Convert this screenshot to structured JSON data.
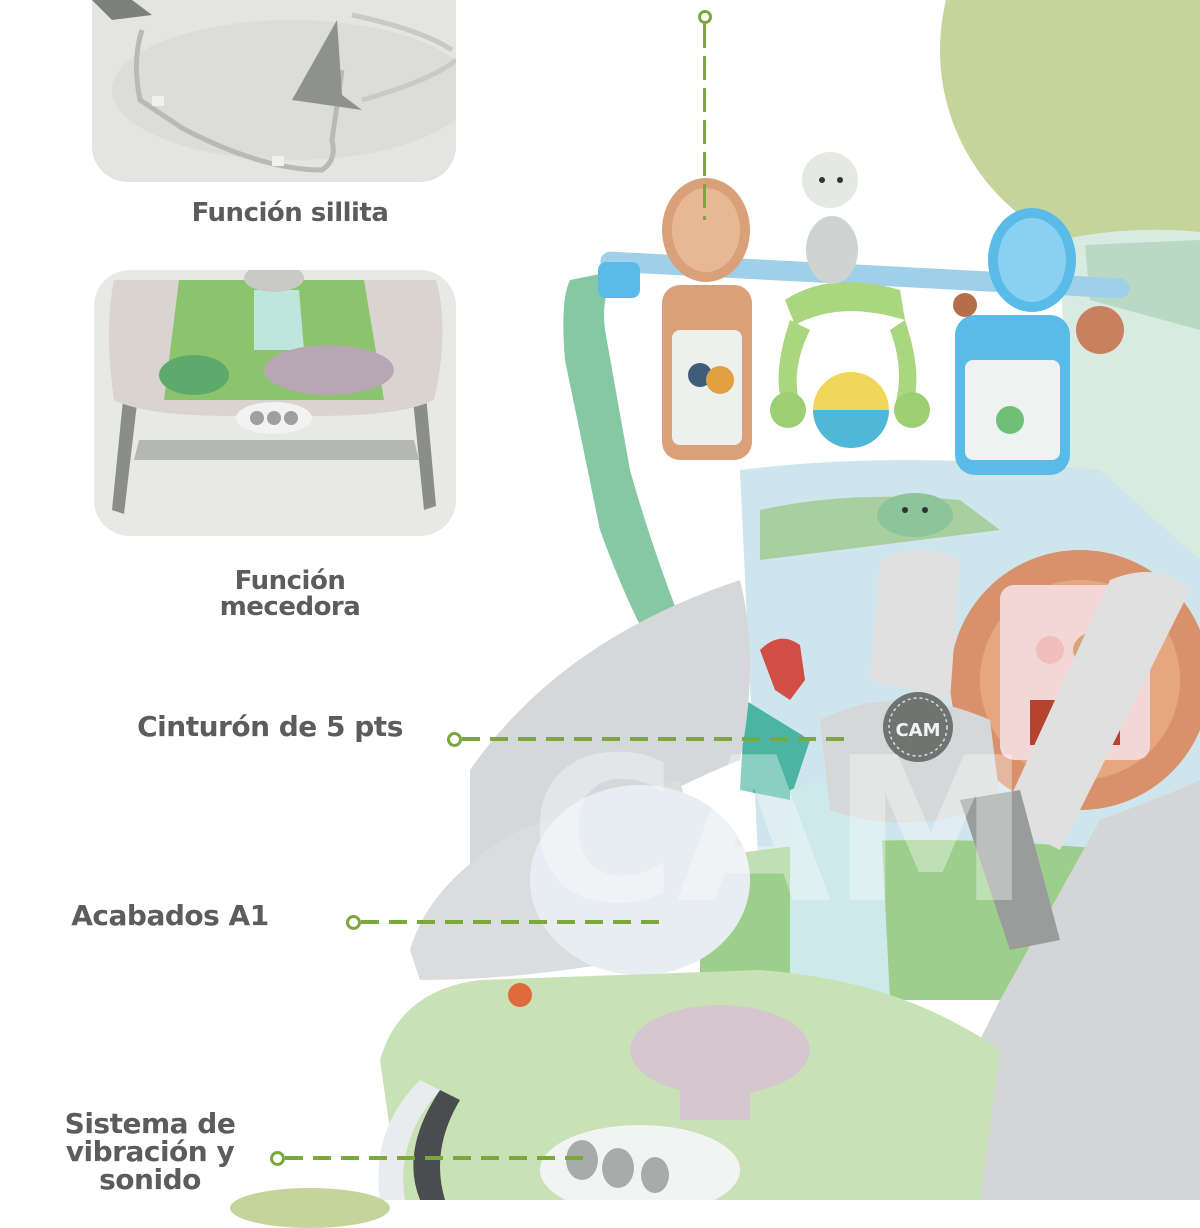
{
  "thumbnails": [
    {
      "id": "sillita",
      "caption": "Función sillita"
    },
    {
      "id": "mecedora",
      "caption_line1": "Función",
      "caption_line2": "mecedora"
    }
  ],
  "features": [
    {
      "id": "cinturon",
      "label": "Cinturón de 5 pts"
    },
    {
      "id": "acabados",
      "label": "Acabados A1"
    },
    {
      "id": "vibracion",
      "label_line1": "Sistema de",
      "label_line2": "vibración y",
      "label_line3": "sonido"
    }
  ],
  "product": {
    "badge_text": "CAM",
    "watermark": "CAM"
  },
  "colors": {
    "accent_green": "#7aa83c",
    "circle_green": "#c5d49a",
    "label_gray": "#5c5c5c",
    "toy_orange": "#d9a07a",
    "toy_blue": "#5bbbe8",
    "fabric_gray": "#dcdcdc"
  }
}
